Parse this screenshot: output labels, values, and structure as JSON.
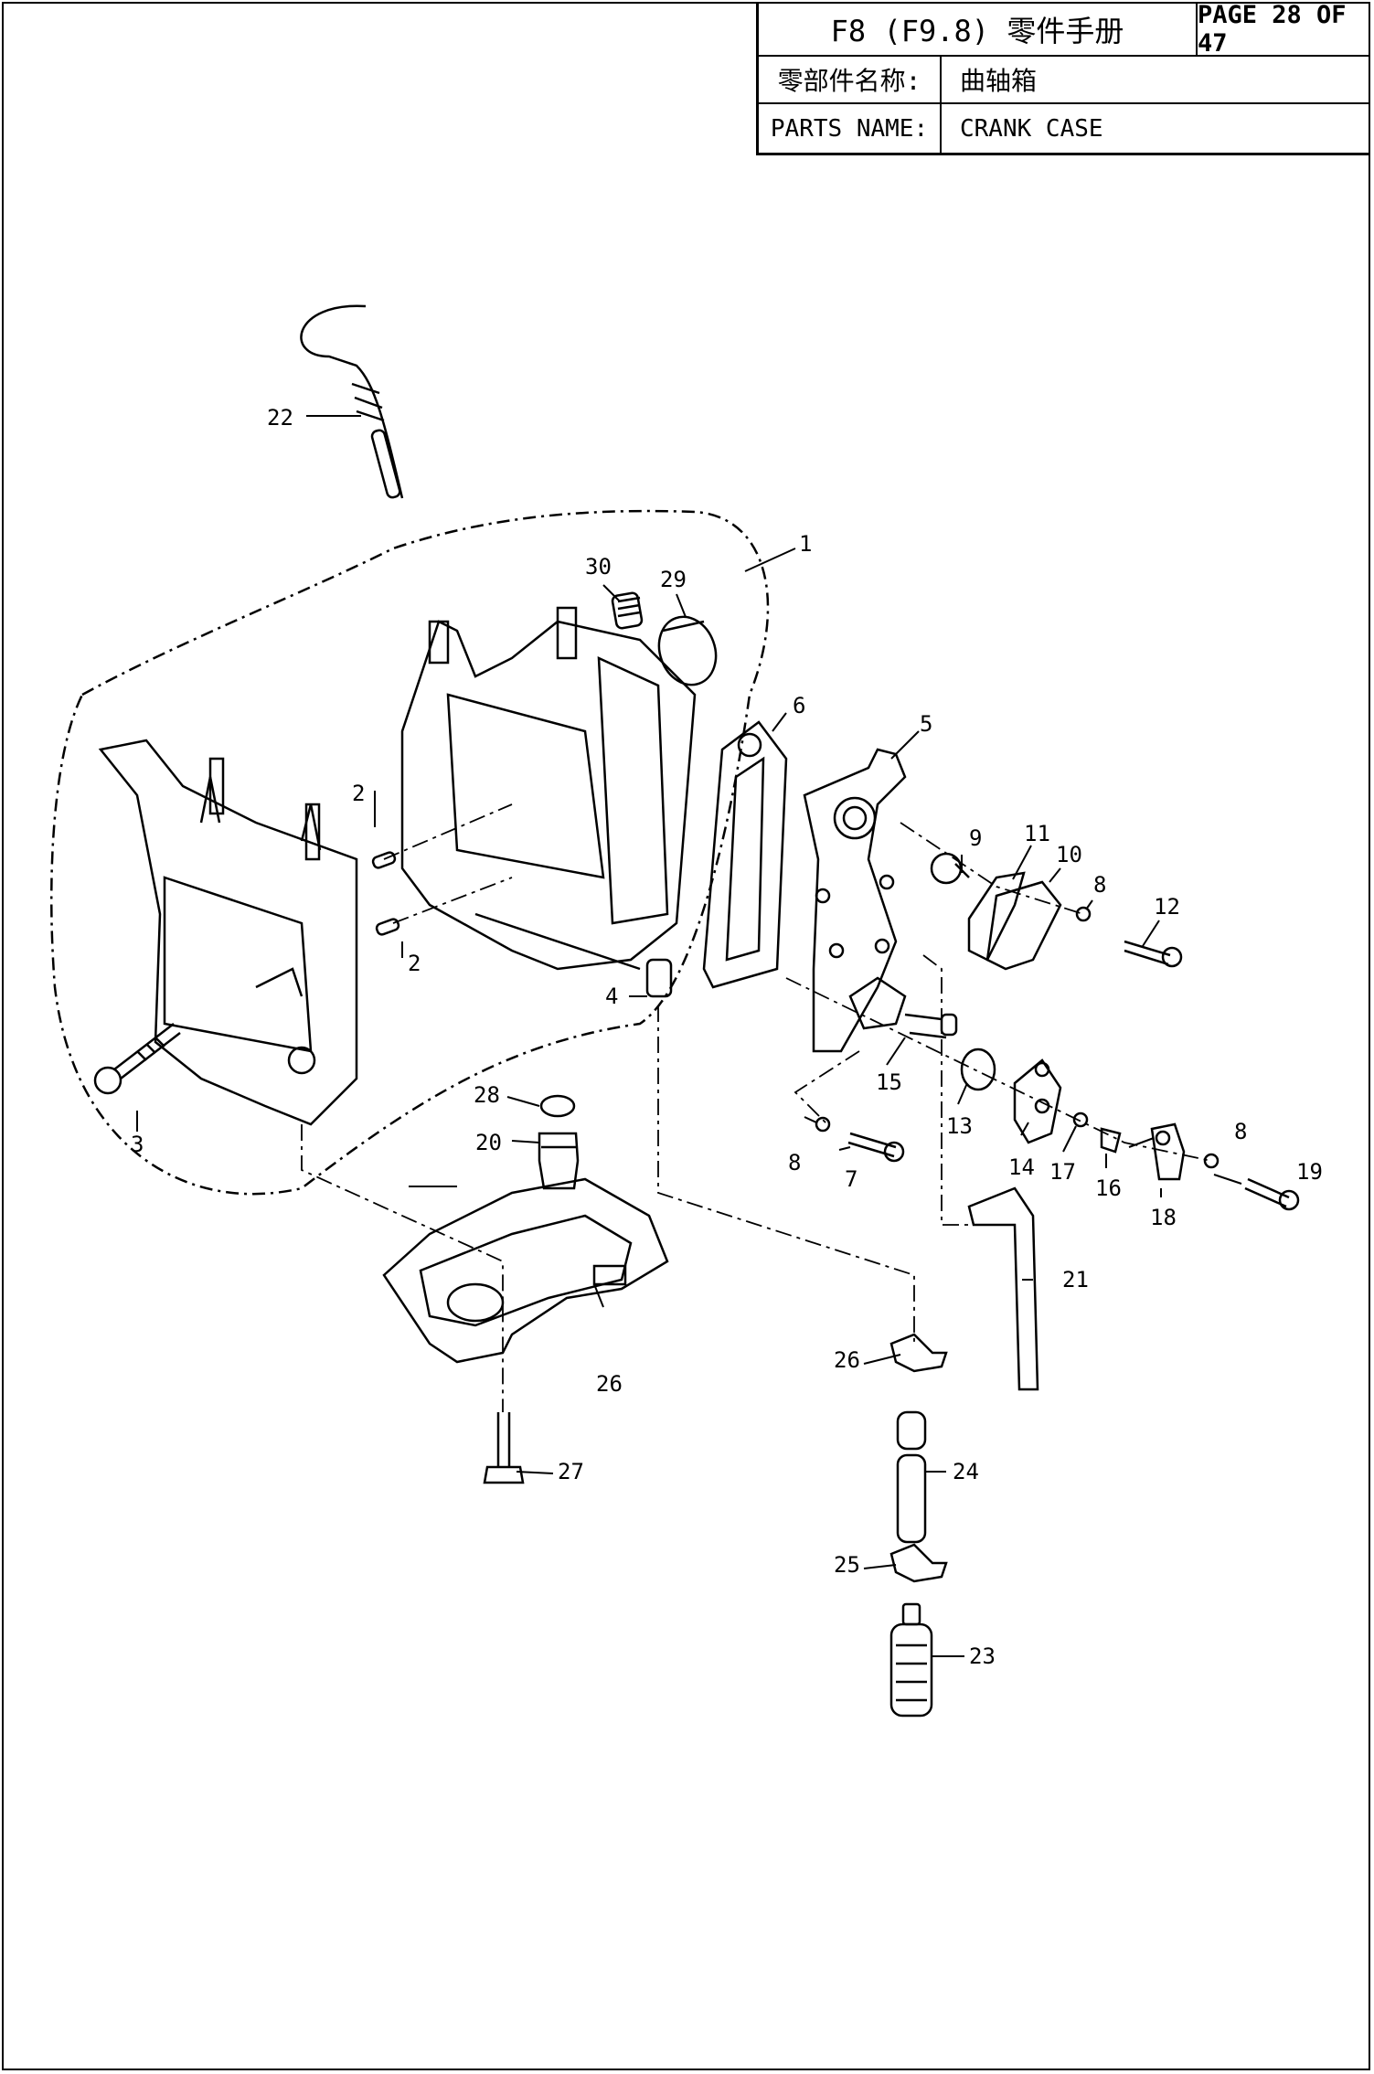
{
  "header": {
    "manual_title": "F8 (F9.8) 零件手册",
    "page_label": "PAGE 28 OF 47",
    "name_cn_label": "零部件名称:",
    "name_cn_value": "曲轴箱",
    "name_en_label": "PARTS NAME:",
    "name_en_value": "CRANK CASE"
  },
  "callouts": {
    "c1": "1",
    "c2a": "2",
    "c2b": "2",
    "c3": "3",
    "c4": "4",
    "c5": "5",
    "c6": "6",
    "c7": "7",
    "c8a": "8",
    "c8b": "8",
    "c8c": "8",
    "c9": "9",
    "c10": "10",
    "c11": "11",
    "c12": "12",
    "c13": "13",
    "c14": "14",
    "c15": "15",
    "c16": "16",
    "c17": "17",
    "c18": "18",
    "c19": "19",
    "c20": "20",
    "c21": "21",
    "c22": "22",
    "c23": "23",
    "c24": "24",
    "c25": "25",
    "c26a": "26",
    "c26b": "26",
    "c27": "27",
    "c28": "28",
    "c29": "29",
    "c30": "30"
  }
}
